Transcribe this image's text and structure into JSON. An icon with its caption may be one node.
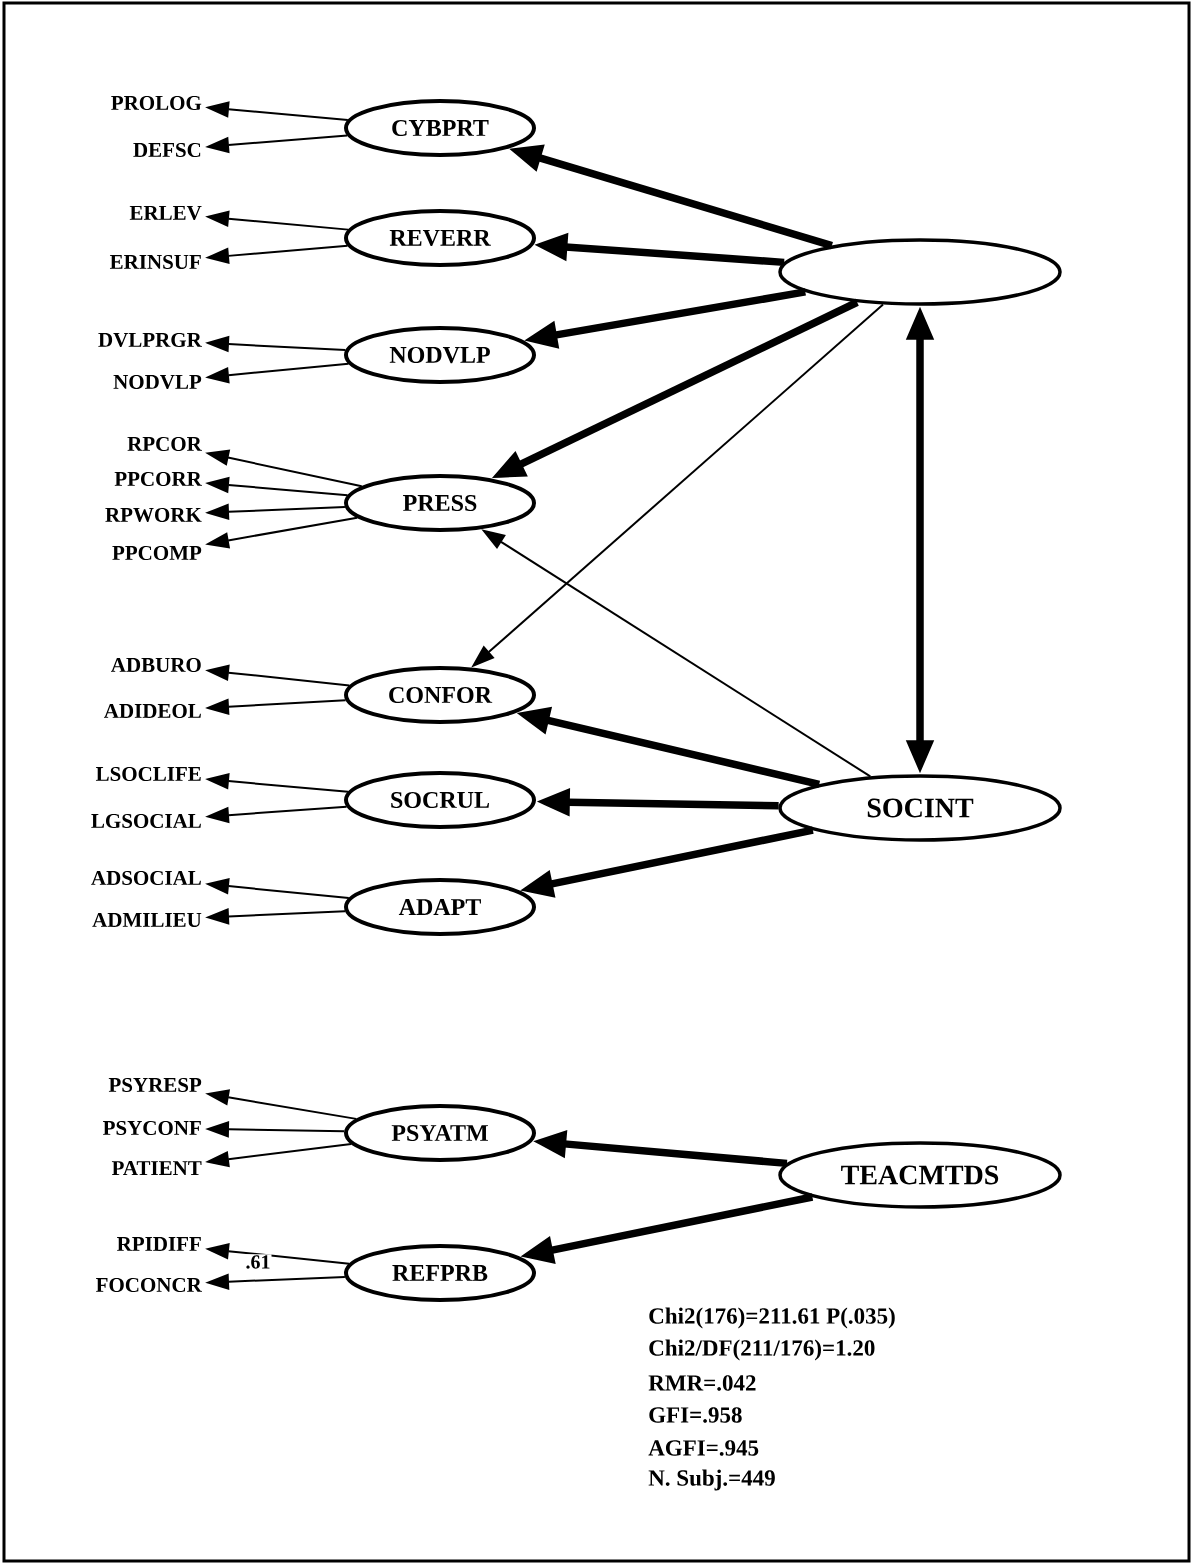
{
  "diagram": {
    "nodes": [
      {
        "text": [
          "PROLOG"
        ]
      },
      {
        "text": [
          "DEFSC"
        ]
      },
      {
        "text": [
          "CYBPRT"
        ]
      },
      {
        "text": [
          "ERLEV"
        ]
      },
      {
        "text": [
          "ERINSUF"
        ]
      },
      {
        "text": [
          "REVERR"
        ]
      },
      {
        "text": [],
        "shape": "ellipse"
      },
      {
        "text": [
          "DVLPRGR"
        ]
      },
      {
        "text": [
          "NODVLP"
        ]
      },
      {
        "text": [
          "NODVLP"
        ]
      },
      {
        "text": [
          "RPCOR"
        ]
      },
      {
        "text": [
          "PPCORR"
        ]
      },
      {
        "text": [
          "RPWORK"
        ]
      },
      {
        "text": [
          "PPCOMP"
        ]
      },
      {
        "text": [
          "PRESS"
        ]
      },
      {
        "text": [
          "ADBURO"
        ]
      },
      {
        "text": [
          "ADIDEOL"
        ]
      },
      {
        "text": [
          "CONFOR"
        ]
      },
      {
        "text": [
          "LSOCLIFE"
        ]
      },
      {
        "text": [
          "LGSOCIAL"
        ]
      },
      {
        "text": [
          "SOCRUL"
        ]
      },
      {
        "text": [
          "SOCINT"
        ]
      },
      {
        "text": [
          "ADSOCIAL"
        ]
      },
      {
        "text": [
          "ADMILIEU"
        ]
      },
      {
        "text": [
          "ADAPT"
        ]
      },
      {
        "text": [
          "PSYRESP"
        ]
      },
      {
        "text": [
          "PSYCONF"
        ]
      },
      {
        "text": [
          "PATIENT"
        ]
      },
      {
        "text": [
          "PSYATM"
        ]
      },
      {
        "text": [
          "TEACMTDS"
        ]
      },
      {
        "text": [
          "RPIDIFF"
        ]
      },
      {
        "text": [
          "FOCONCR"
        ]
      },
      {
        "text": [
          "REFPRB"
        ]
      }
    ],
    "edges": [
      {
        "from": 2,
        "to": 0,
        "arrow": "to"
      },
      {
        "from": 2,
        "to": 1,
        "arrow": "to"
      },
      {
        "from": 5,
        "to": 3,
        "arrow": "to"
      },
      {
        "from": 5,
        "to": 4,
        "arrow": "to"
      },
      {
        "from": 9,
        "to": 7,
        "arrow": "to"
      },
      {
        "from": 9,
        "to": 8,
        "arrow": "to"
      },
      {
        "from": 14,
        "to": 10,
        "arrow": "to"
      },
      {
        "from": 14,
        "to": 11,
        "arrow": "to"
      },
      {
        "from": 14,
        "to": 12,
        "arrow": "to"
      },
      {
        "from": 14,
        "to": 13,
        "arrow": "to"
      },
      {
        "from": 17,
        "to": 15,
        "arrow": "to"
      },
      {
        "from": 17,
        "to": 16,
        "arrow": "to"
      },
      {
        "from": 20,
        "to": 18,
        "arrow": "to"
      },
      {
        "from": 20,
        "to": 19,
        "arrow": "to"
      },
      {
        "from": 24,
        "to": 22,
        "arrow": "to"
      },
      {
        "from": 24,
        "to": 23,
        "arrow": "to"
      },
      {
        "from": 28,
        "to": 25,
        "arrow": "to"
      },
      {
        "from": 28,
        "to": 26,
        "arrow": "to"
      },
      {
        "from": 28,
        "to": 27,
        "arrow": "to"
      },
      {
        "from": 32,
        "to": 30,
        "arrow": "to",
        "label": ".61"
      },
      {
        "from": 32,
        "to": 31,
        "arrow": "to"
      },
      {
        "from": 6,
        "to": 2,
        "arrow": "to",
        "style": "thick"
      },
      {
        "from": 6,
        "to": 5,
        "arrow": "to",
        "style": "thick"
      },
      {
        "from": 6,
        "to": 9,
        "arrow": "to",
        "style": "thick"
      },
      {
        "from": 6,
        "to": 14,
        "arrow": "to",
        "style": "thick"
      },
      {
        "from": 6,
        "to": 17,
        "arrow": "to"
      },
      {
        "from": 6,
        "to": 21,
        "arrow": "both",
        "style": "thick"
      },
      {
        "from": 21,
        "to": 14,
        "arrow": "to"
      },
      {
        "from": 21,
        "to": 17,
        "arrow": "to",
        "style": "thick"
      },
      {
        "from": 21,
        "to": 20,
        "arrow": "to",
        "style": "thick"
      },
      {
        "from": 21,
        "to": 24,
        "arrow": "to",
        "style": "thick"
      },
      {
        "from": 29,
        "to": 28,
        "arrow": "to",
        "style": "thick"
      },
      {
        "from": 29,
        "to": 32,
        "arrow": "to",
        "style": "thick"
      }
    ],
    "labels": [
      "Chi2(176)=211.61 P(.035)",
      "Chi2/DF(211/176)=1.20",
      "RMR=.042",
      "GFI=.958",
      "AGFI=.945",
      "N. Subj.=449"
    ]
  }
}
